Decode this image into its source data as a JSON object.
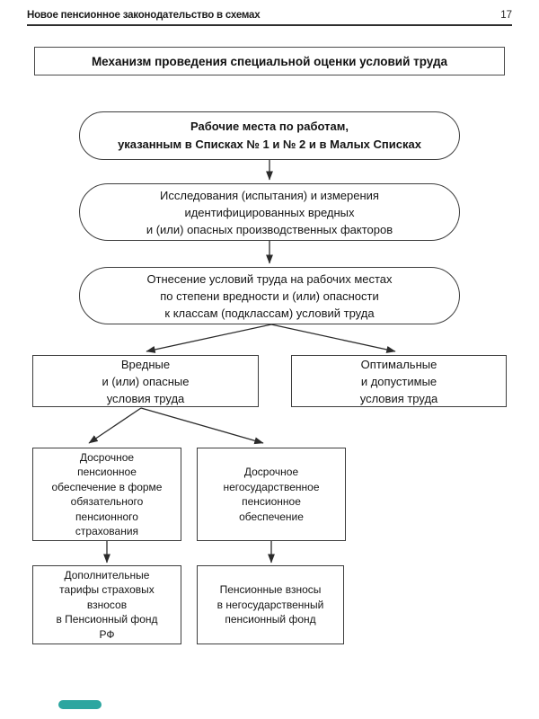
{
  "header": {
    "book_title": "Новое пенсионное законодательство в схемах",
    "page_number": "17"
  },
  "diagram": {
    "title": "Механизм проведения специальной оценки условий труда",
    "nodes": {
      "workplaces": {
        "label": "Рабочие места по работам,\nуказанным в Списках № 1 и № 2 и в Малых Списках"
      },
      "research": {
        "label": "Исследования (испытания) и измерения\nидентифицированных вредных\nи (или) опасных производственных факторов"
      },
      "classification": {
        "label": "Отнесение условий труда на рабочих местах\nпо степени вредности и (или) опасности\nк классам (подклассам) условий труда"
      },
      "harmful": {
        "label": "Вредные\nи (или) опасные\nусловия труда"
      },
      "optimal": {
        "label": "Оптимальные\nи допустимые\nусловия труда"
      },
      "early_state": {
        "label": "Досрочное\nпенсионное\nобеспечение в форме\nобязательного\nпенсионного\nстрахования"
      },
      "early_private": {
        "label": "Досрочное\nнегосударственное\nпенсионное\nобеспечение"
      },
      "tariffs": {
        "label": "Дополнительные\nтарифы страховых\nвзносов\nв Пенсионный фонд\nРФ"
      },
      "contributions": {
        "label": "Пенсионные взносы\nв негосударственный\nпенсионный фонд"
      }
    }
  },
  "footer": {
    "accent_color": "#2ca6a0"
  }
}
